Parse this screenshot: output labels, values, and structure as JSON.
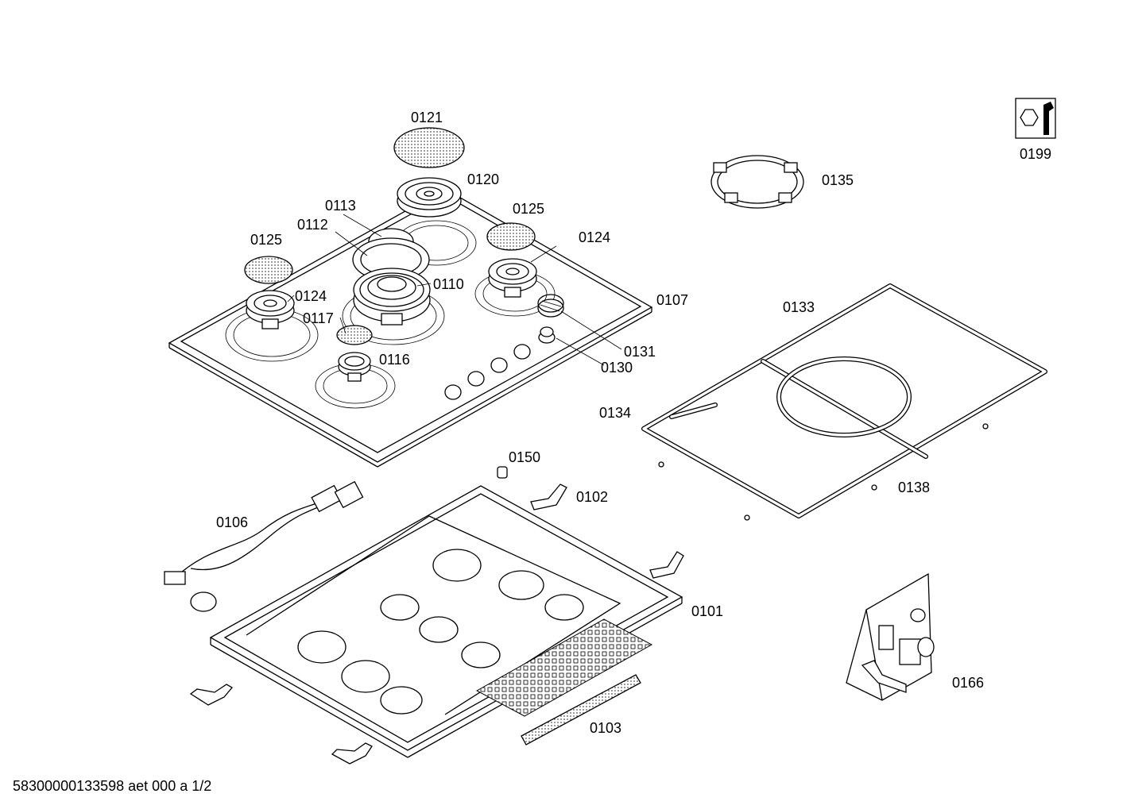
{
  "labels": {
    "p0121": "0121",
    "p0120": "0120",
    "p0113": "0113",
    "p0112": "0112",
    "p0125a": "0125",
    "p0125b": "0125",
    "p0124a": "0124",
    "p0124b": "0124",
    "p0110": "0110",
    "p0117": "0117",
    "p0116": "0116",
    "p0107": "0107",
    "p0131": "0131",
    "p0130": "0130",
    "p0135": "0135",
    "p0199": "0199",
    "p0133": "0133",
    "p0134": "0134",
    "p0138": "0138",
    "p0150": "0150",
    "p0102": "0102",
    "p0106": "0106",
    "p0101": "0101",
    "p0103": "0103",
    "p0166": "0166"
  },
  "footer": "58300000133598 aet 000 a 1/2",
  "icons": [
    "service-tool-icon"
  ]
}
